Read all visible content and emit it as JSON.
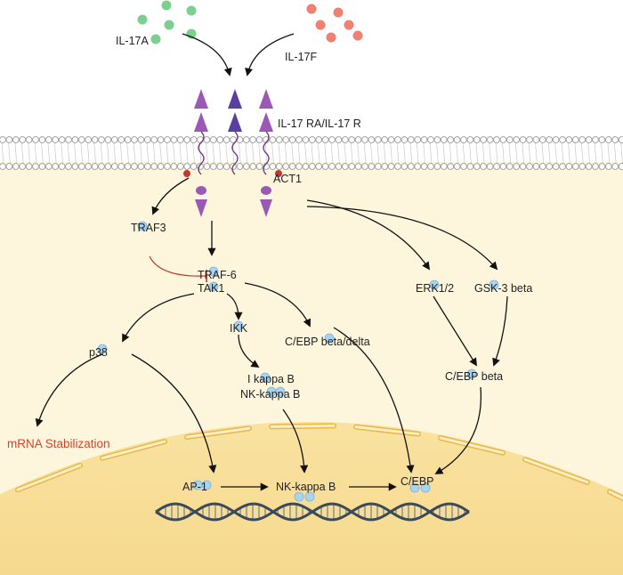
{
  "ligands": {
    "il17a": "IL-17A",
    "il17f": "IL-17F"
  },
  "receptor": {
    "label": "IL-17 RA/IL-17 R"
  },
  "adaptors": {
    "act1": "ACT1",
    "traf3": "TRAF3",
    "traf6": "TRAF-6",
    "tak1": "TAK1"
  },
  "kinases": {
    "erk": "ERK1/2",
    "gsk3": "GSK-3 beta",
    "p38": "p38",
    "ikk": "IKK"
  },
  "cytoplasm": {
    "cebp_bd": "C/EBP beta/delta",
    "ikappab": "I kappa B",
    "nfkb_cyto": "NK-kappa B",
    "cebp_beta": "C/EBP beta",
    "mrna": "mRNA Stabilization"
  },
  "nucleus": {
    "ap1": "AP-1",
    "nfkb": "NK-kappa B",
    "cebp": "C/EBP"
  },
  "colors": {
    "green_ligand": "#7ccf8f",
    "red_ligand": "#f08070",
    "receptor": "#9b59b6",
    "receptor_dark": "#5b3f9e",
    "phospho": "#a9d4ef",
    "inhibit": "#c0392b",
    "cytoplasm": "#fdf6dd",
    "nucleus": "#f8e3a8",
    "mrna": "#d9432b"
  }
}
